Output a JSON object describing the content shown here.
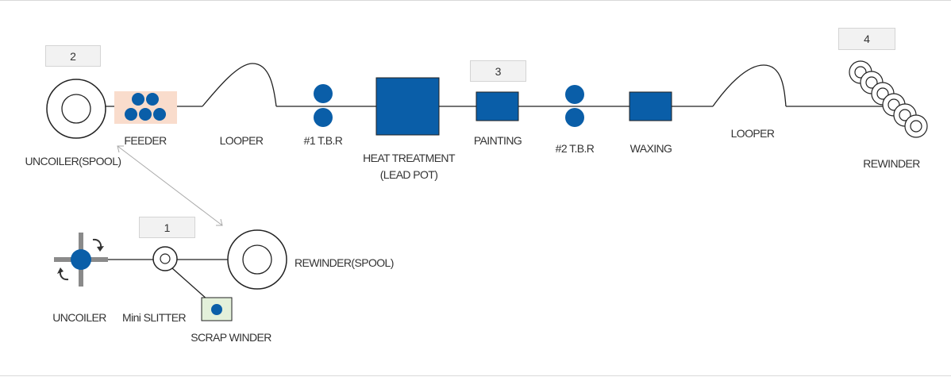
{
  "steps": {
    "step1": "1",
    "step2": "2",
    "step3": "3",
    "step4": "4"
  },
  "labels": {
    "uncoiler_spool": "UNCOILER(SPOOL)",
    "feeder": "FEEDER",
    "looper_1": "LOOPER",
    "tbr_1": "#1 T.B.R",
    "heat_treatment_line1": "HEAT TREATMENT",
    "heat_treatment_line2": "(LEAD POT)",
    "painting": "PAINTING",
    "tbr_2": "#2 T.B.R",
    "waxing": "WAXING",
    "looper_2": "LOOPER",
    "rewinder": "REWINDER",
    "uncoiler": "UNCOILER",
    "mini_slitter": "Mini SLITTER",
    "scrap_winder": "SCRAP WINDER",
    "rewinder_spool": "REWINDER(SPOOL)"
  },
  "colors": {
    "accent": "#0a5ea8",
    "line": "#222222",
    "feeder_bg": "#f9dccc",
    "scrap_bg": "#e3f0da",
    "frame": "#d9d9d9",
    "badge_bg": "#f2f2f2"
  }
}
